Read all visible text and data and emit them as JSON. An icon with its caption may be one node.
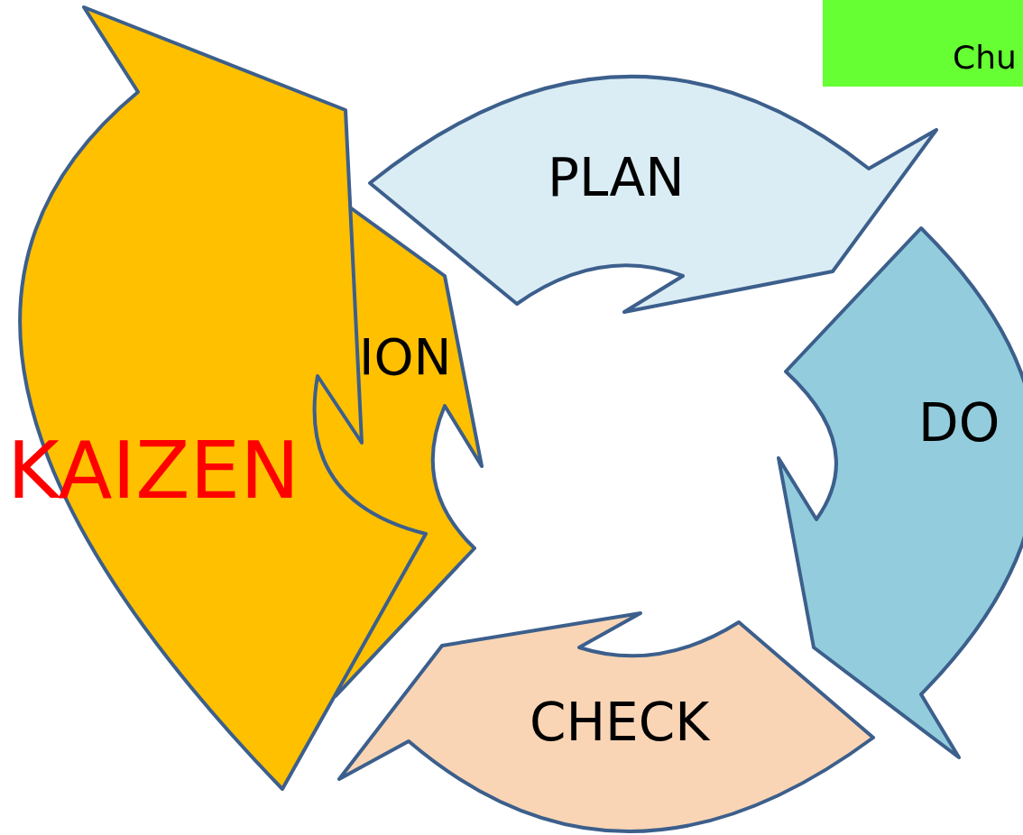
{
  "diagram": {
    "nodes": [
      {
        "text": [
          "KAIZEN"
        ]
      },
      {
        "text": [
          "ION"
        ]
      },
      {
        "text": [
          "PLAN"
        ]
      },
      {
        "text": [
          "Chu"
        ]
      },
      {
        "text": [
          "DO"
        ]
      },
      {
        "text": [
          "CHECK"
        ]
      }
    ],
    "edges": []
  }
}
